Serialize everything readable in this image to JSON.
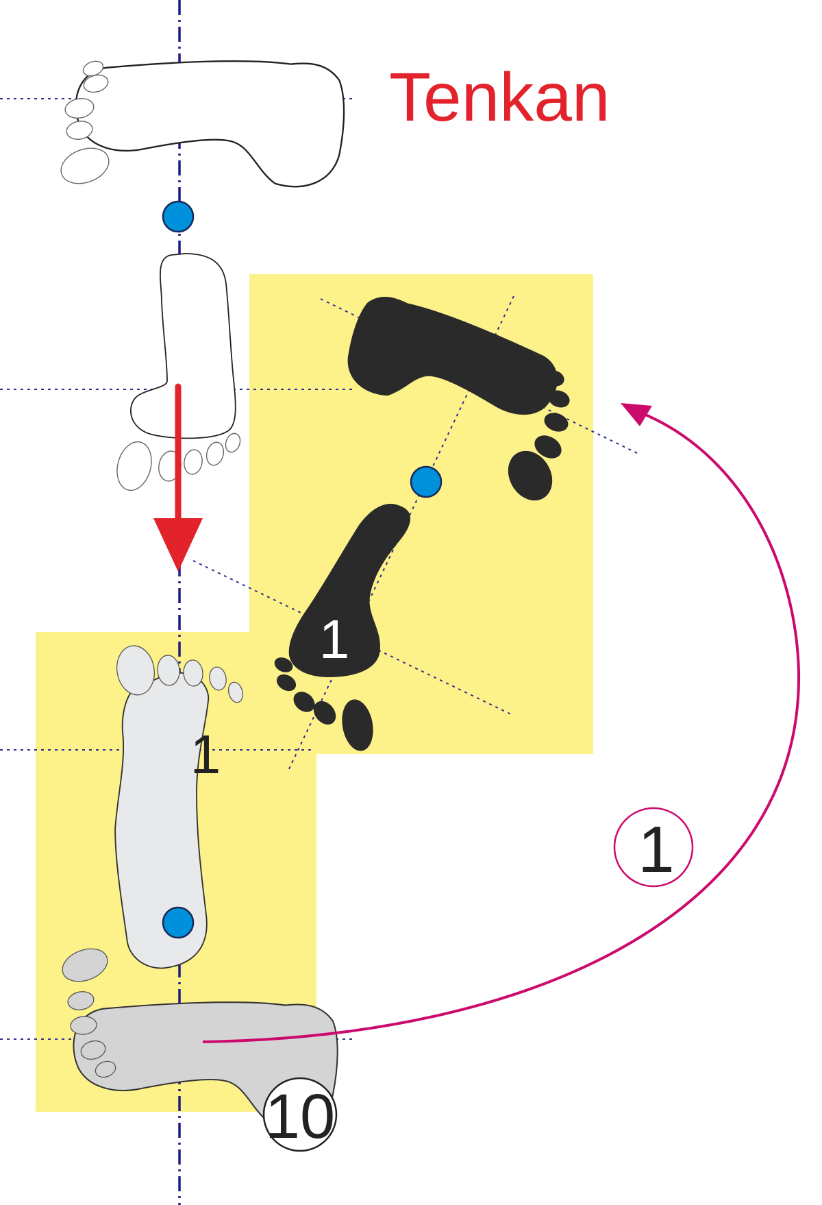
{
  "title": "Tenkan",
  "labels": {
    "front_left_foot": "1",
    "front_right_foot": "1",
    "arc_step": "1",
    "figure_number": "10"
  },
  "colors": {
    "title_red": "#e2232b",
    "arrow_red": "#e2232b",
    "arc_magenta": "#cc0a6e",
    "zone_yellow": "#fdf28a",
    "center_axis_blue": "#1c1a86",
    "guide_blue": "#2e2d8f",
    "pivot_cyan": "#0091dc",
    "foot_black": "#2a2a2a",
    "foot_light_gray": "#e8e9ea",
    "foot_mid_gray": "#d4d4d4"
  }
}
